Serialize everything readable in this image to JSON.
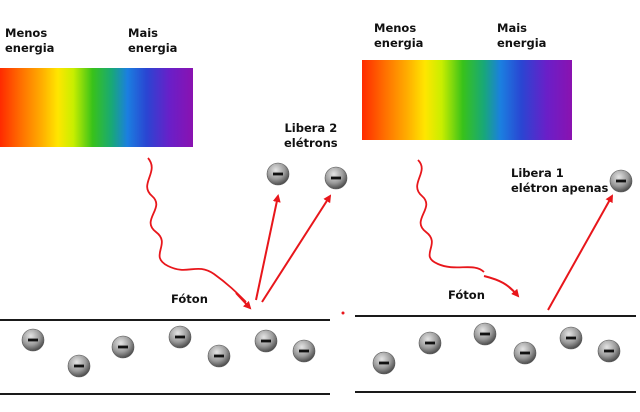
{
  "panel_left": {
    "less_energy": [
      "Menos",
      "energia"
    ],
    "more_energy": [
      "Mais",
      "energia"
    ],
    "result": [
      "Libera 2",
      "elétrons"
    ],
    "photon": "Fóton"
  },
  "panel_right": {
    "less_energy": [
      "Menos",
      "energia"
    ],
    "more_energy": [
      "Mais",
      "energia"
    ],
    "result": [
      "Libera 1",
      "elétron apenas"
    ],
    "photon": "Fóton"
  },
  "electron_symbol": "minus-icon",
  "colors": {
    "arrow": "#e8161b",
    "wave": "#e8161b",
    "electron_dark": "#3d3d3d",
    "electron_light": "#d9d9d9",
    "plate_line": "#1a1a1a",
    "spectrum": [
      "#ff2a00",
      "#ff7a00",
      "#ffd400",
      "#e8f000",
      "#6ad400",
      "#1fb52a",
      "#1aa07a",
      "#1b6fd9",
      "#2f3fd4",
      "#6a19c9",
      "#8a0fb0"
    ]
  }
}
